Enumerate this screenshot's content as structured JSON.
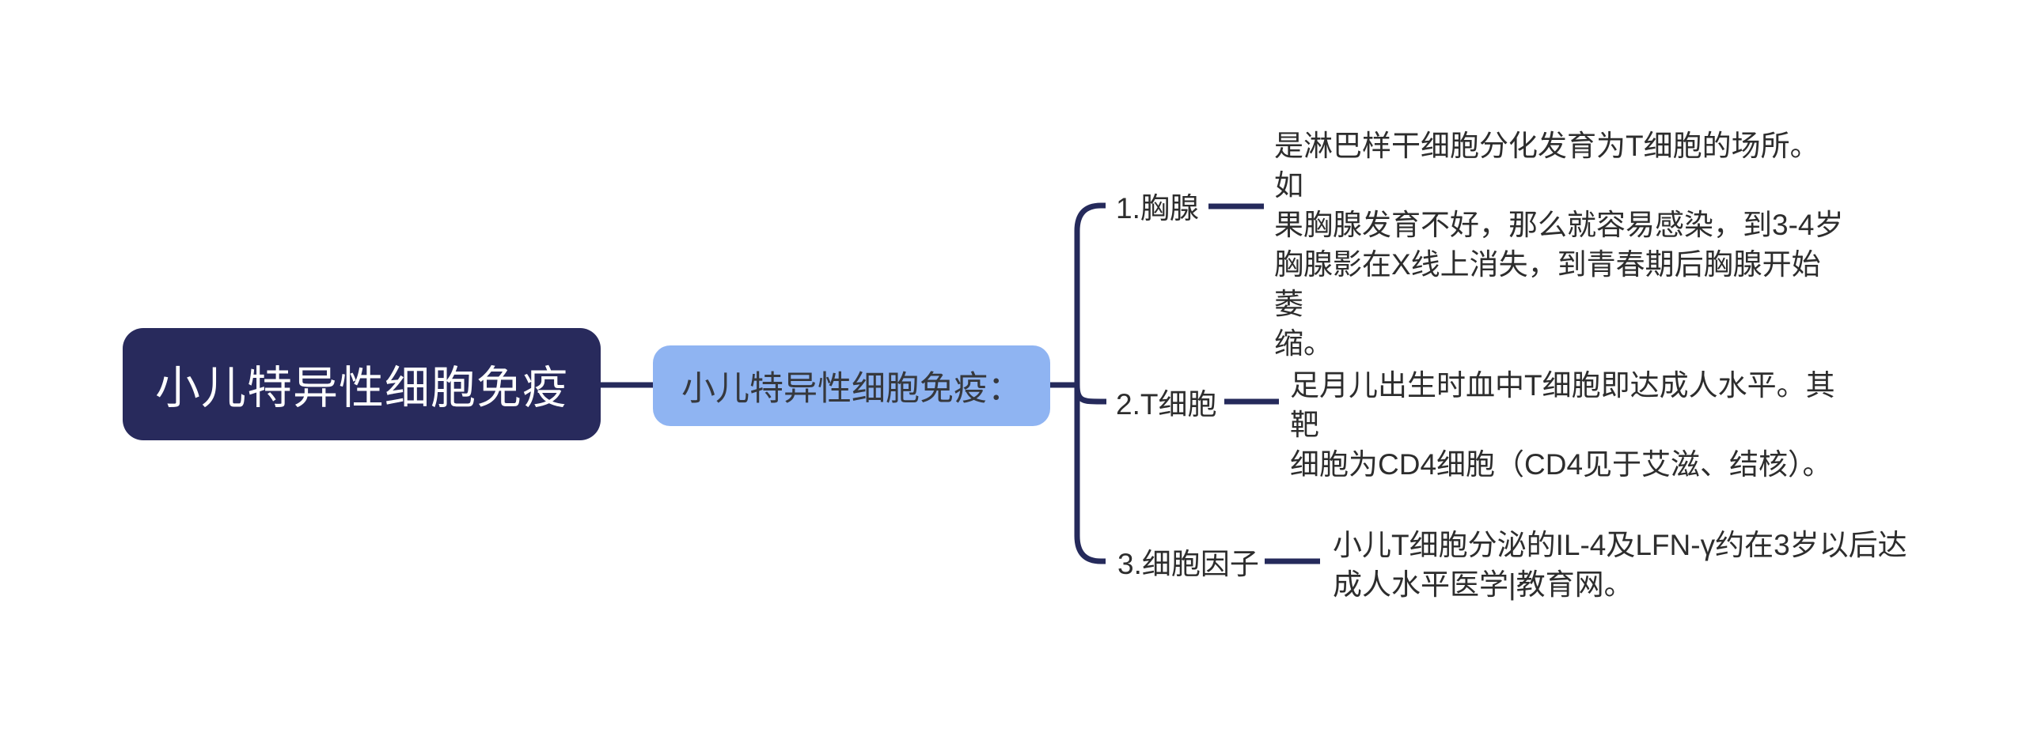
{
  "colors": {
    "root_node_bg": "#282a5c",
    "root_node_text": "#ffffff",
    "center_node_bg": "#8fb4f2",
    "center_node_text": "#36383d",
    "connector_line": "#252a5b",
    "body_text": "#2d2d2d",
    "canvas_bg": "#ffffff"
  },
  "root": {
    "label": "小儿特异性细胞免疫"
  },
  "center": {
    "label": "小儿特异性细胞免疫："
  },
  "branches": [
    {
      "label": "1.胸腺",
      "description": [
        "是淋巴样干细胞分化发育为T细胞的场所。如",
        "果胸腺发育不好，那么就容易感染，到3-4岁",
        "胸腺影在X线上消失，到青春期后胸腺开始萎",
        "缩。"
      ]
    },
    {
      "label": "2.T细胞",
      "description": [
        "足月儿出生时血中T细胞即达成人水平。其靶",
        "细胞为CD4细胞（CD4见于艾滋、结核）。"
      ]
    },
    {
      "label": "3.细胞因子",
      "description": [
        "小儿T细胞分泌的IL-4及LFN-γ约在3岁以后达",
        "成人水平医学|教育网。"
      ]
    }
  ]
}
